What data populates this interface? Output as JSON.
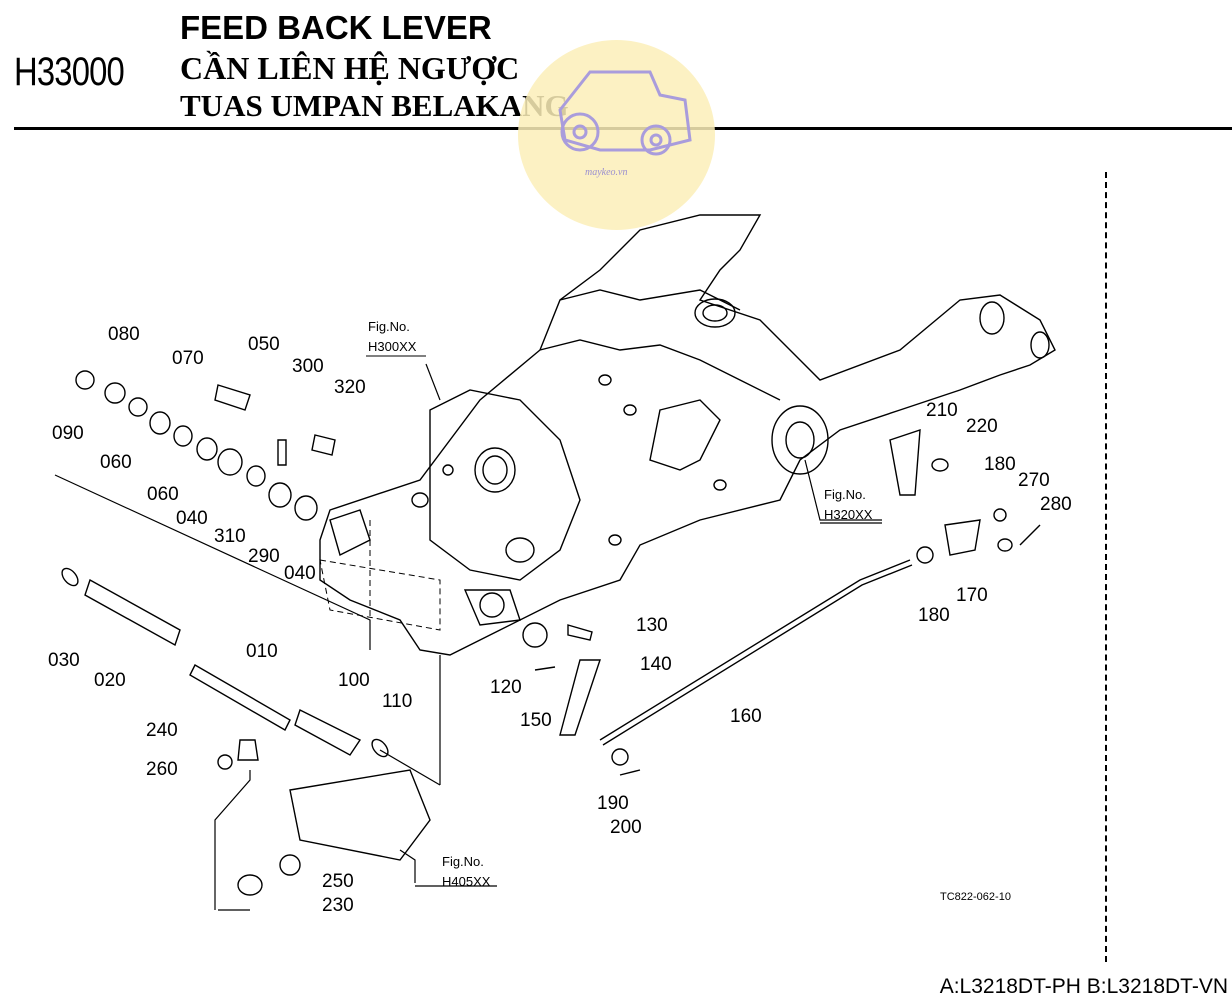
{
  "header": {
    "code": "H33000",
    "title_en": "FEED BACK LEVER",
    "title_vi": "CẦN LIÊN HỆ NGƯỢC",
    "title_id": "TUAS UMPAN BELAKANG"
  },
  "watermark": {
    "text": "maykeo.vn",
    "icon": "tractor-logo-icon"
  },
  "figure_refs": [
    {
      "line1": "Fig.No.",
      "line2": "H300XX"
    },
    {
      "line1": "Fig.No.",
      "line2": "H320XX"
    },
    {
      "line1": "Fig.No.",
      "line2": "H405XX"
    }
  ],
  "part_labels": [
    "010",
    "020",
    "030",
    "040",
    "040",
    "050",
    "060",
    "060",
    "070",
    "080",
    "090",
    "100",
    "110",
    "120",
    "130",
    "140",
    "150",
    "160",
    "170",
    "180",
    "180",
    "190",
    "200",
    "210",
    "220",
    "230",
    "240",
    "250",
    "260",
    "270",
    "280",
    "290",
    "300",
    "310",
    "320"
  ],
  "drawing_code": "TC822-062-10",
  "footer": "A:L3218DT-PH B:L3218DT-VN"
}
